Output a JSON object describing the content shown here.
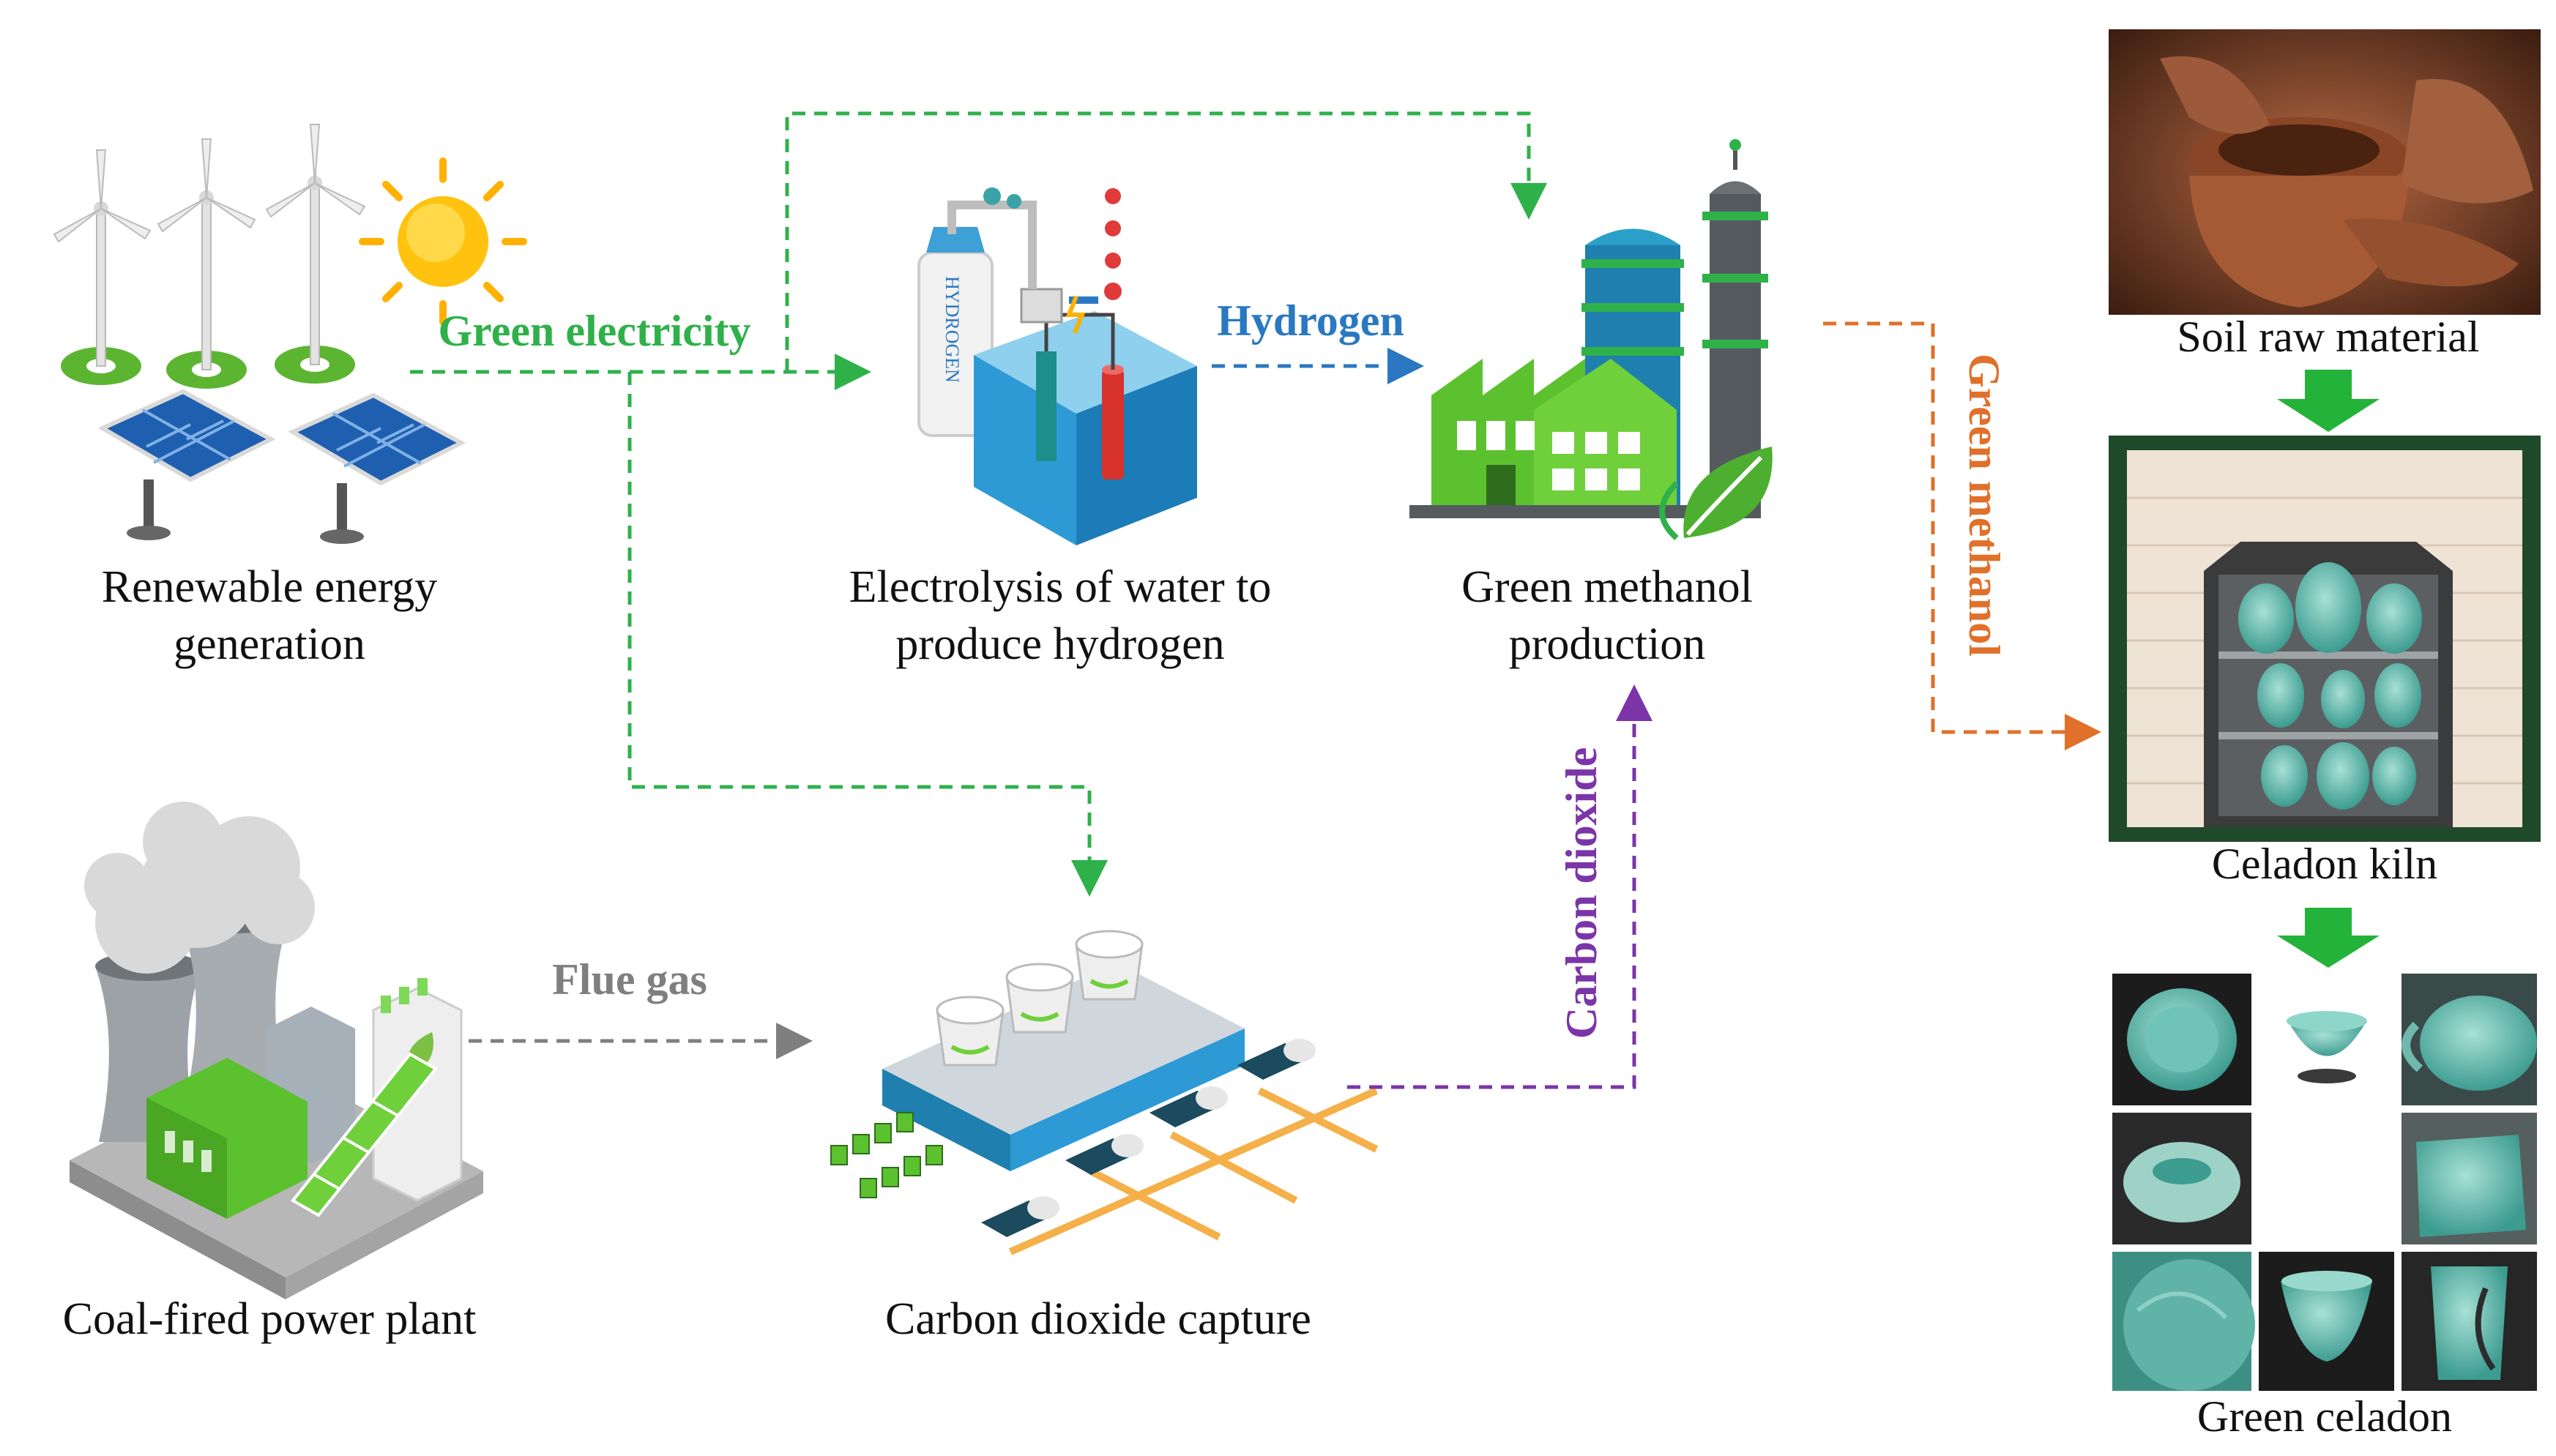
{
  "nodes": {
    "renewable": {
      "line1": "Renewable energy",
      "line2": "generation"
    },
    "electrolysis": {
      "line1": "Electrolysis of water to",
      "line2": "produce hydrogen"
    },
    "methanol": {
      "line1": "Green methanol",
      "line2": "production"
    },
    "coal": {
      "label": "Coal-fired power plant"
    },
    "capture": {
      "label": "Carbon dioxide capture"
    }
  },
  "flows": {
    "green_electricity": "Green electricity",
    "hydrogen": "Hydrogen",
    "flue_gas": "Flue gas",
    "carbon_dioxide": "Carbon dioxide",
    "green_methanol": "Green methanol"
  },
  "photos": {
    "soil": "Soil raw material",
    "kiln": "Celadon kiln",
    "celadon": "Green celadon"
  },
  "cylinder_label": "HYDROGEN",
  "colors": {
    "green": "#2fb14a",
    "blue": "#2a78c2",
    "gray": "#7f7f7f",
    "purple": "#7b35a8",
    "orange": "#e0702a"
  }
}
